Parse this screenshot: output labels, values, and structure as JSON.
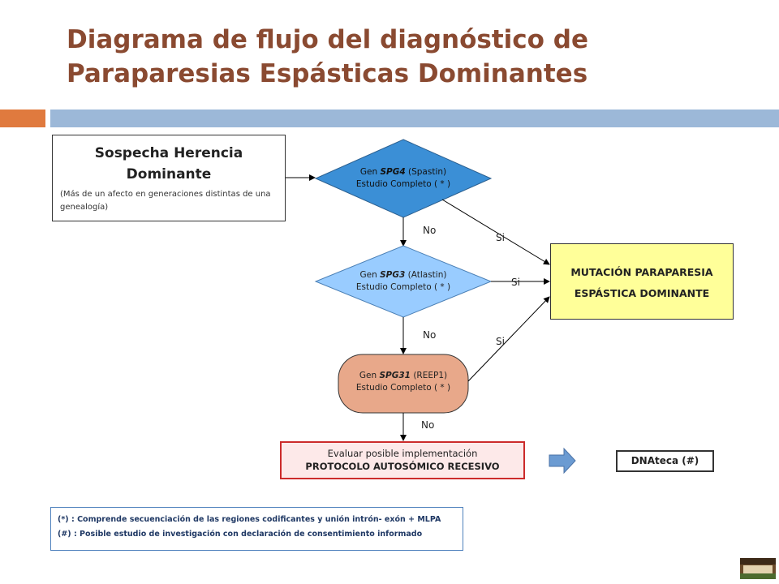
{
  "title": "Diagrama de flujo del diagnóstico de Paraparesias Espásticas Dominantes",
  "suspect": {
    "heading": "Sospecha Herencia Dominante",
    "note": "(Más de un afecto en generaciones distintas de una genealogía)"
  },
  "nodes": {
    "spg4": {
      "prefix": "Gen ",
      "gene": "SPG4",
      "name": " (Spastin)",
      "study": "Estudio Completo ( * )"
    },
    "spg3": {
      "prefix": "Gen ",
      "gene": "SPG3",
      "name": " (Atlastin)",
      "study": "Estudio Completo ( * )"
    },
    "spg31": {
      "prefix": "Gen ",
      "gene": "SPG31",
      "name": " (REEP1)",
      "study": "Estudio Completo ( * )"
    }
  },
  "edges": {
    "no": "No",
    "si": "Si"
  },
  "mutation": {
    "line1": "MUTACIÓN PARAPARESIA",
    "line2": "ESPÁSTICA DOMINANTE"
  },
  "evaluate": {
    "line1": "Evaluar posible implementación",
    "line2": "PROTOCOLO AUTOSÓMICO RECESIVO"
  },
  "dnateca": "DNAteca (#)",
  "notes": [
    "(*) : Comprende secuenciación de las regiones codificantes y unión intrón- exón + MLPA",
    "(#) : Posible estudio de investigación con declaración de consentimiento informado"
  ],
  "colors": {
    "title": "#8a4a31",
    "spg4_fill": "#3b8fd6",
    "spg3_fill": "#99ccff",
    "spg31_fill": "#e8a88a",
    "mutation_fill": "#ffff99",
    "evaluate_border": "#cc2b2b",
    "arrow_fill": "#6b9bd2"
  },
  "icons": {
    "block_arrow": "right-block-arrow-icon",
    "thumbnail": "building-photo-thumbnail"
  }
}
